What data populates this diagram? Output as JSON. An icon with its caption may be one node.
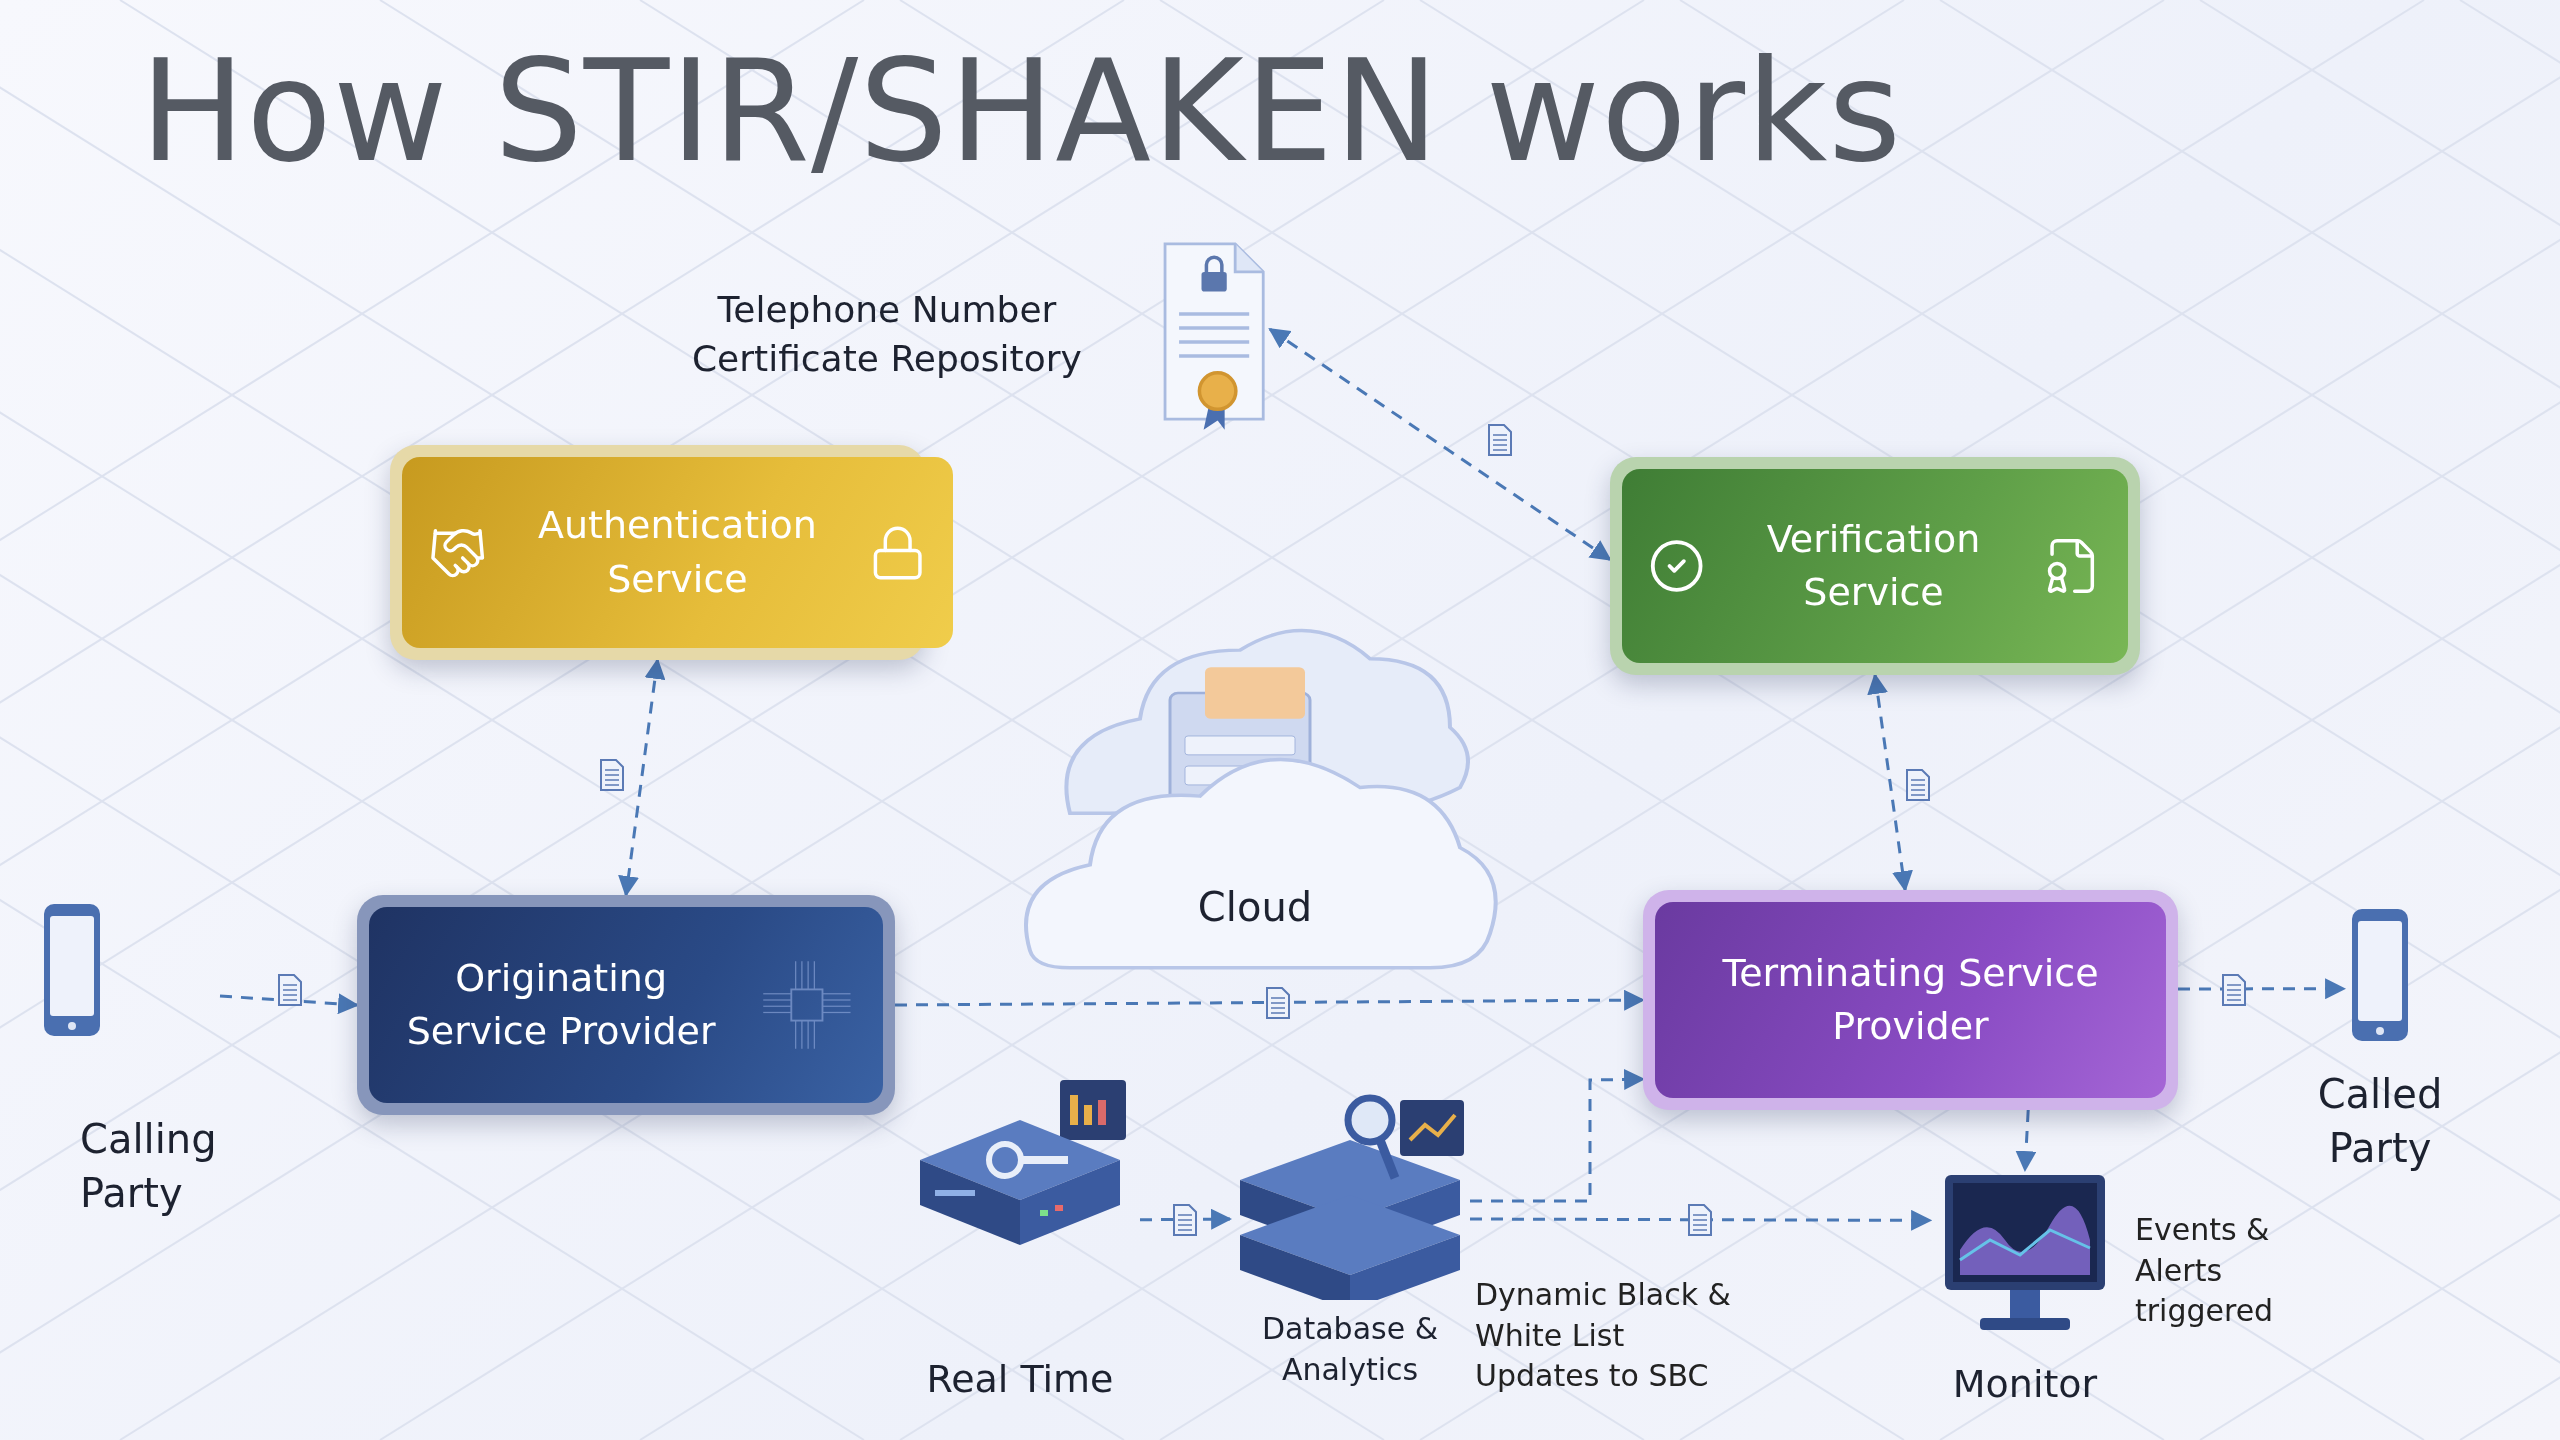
{
  "diagram": {
    "title": "How STIR/SHAKEN works",
    "nodes": [
      {
        "text": [
          "Telephone Number Certificate Repository"
        ]
      },
      {
        "text": [
          "Authentication Service"
        ]
      },
      {
        "text": [
          "Verification Service"
        ]
      },
      {
        "text": [
          "Cloud"
        ]
      },
      {
        "text": [
          "Originating Service Provider"
        ]
      },
      {
        "text": [
          "Terminating Service Provider"
        ]
      },
      {
        "text": [
          "Calling Party"
        ]
      },
      {
        "text": [
          "Called Party"
        ]
      },
      {
        "text": [
          "Real Time"
        ]
      },
      {
        "text": [
          "Database & Analytics"
        ]
      },
      {
        "text": [
          "Monitor"
        ]
      }
    ],
    "edges": [
      {
        "from": 1,
        "to": 4,
        "arrow": "both",
        "style": "dashed"
      },
      {
        "from": 0,
        "to": 2,
        "arrow": "both",
        "style": "dashed"
      },
      {
        "from": 2,
        "to": 5,
        "arrow": "both",
        "style": "dashed"
      },
      {
        "from": 6,
        "to": 4,
        "arrow": "to",
        "style": "dashed"
      },
      {
        "from": 4,
        "to": 5,
        "arrow": "to",
        "style": "dashed"
      },
      {
        "from": 5,
        "to": 7,
        "arrow": "to",
        "style": "dashed"
      },
      {
        "from": 5,
        "to": 10,
        "arrow": "to",
        "style": "dashed"
      },
      {
        "from": 8,
        "to": 9,
        "arrow": "to",
        "style": "dashed"
      },
      {
        "from": 9,
        "to": 5,
        "arrow": "to",
        "style": "dashed"
      },
      {
        "from": 9,
        "to": 10,
        "arrow": "to",
        "style": "dashed"
      }
    ],
    "labels": [
      "Dynamic Black & White List Updates to SBC",
      "Events & Alerts triggered"
    ]
  }
}
